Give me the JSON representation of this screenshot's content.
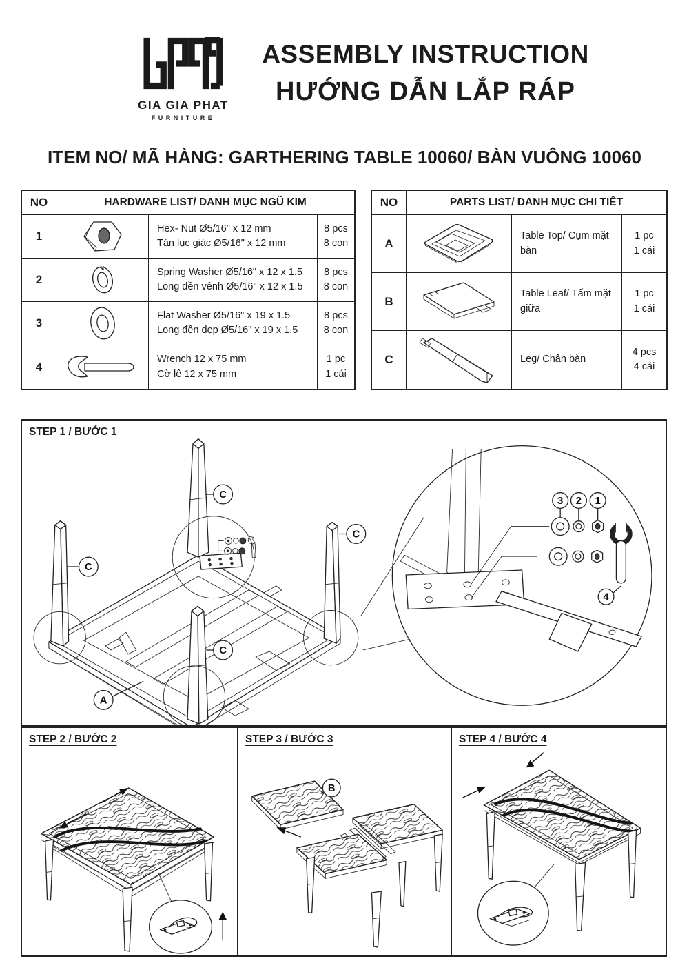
{
  "colors": {
    "ink": "#1c1c1c",
    "paper": "#ffffff",
    "line": "#222222"
  },
  "header": {
    "logo_name": "GIA GIA PHAT",
    "logo_sub": "FURNITURE",
    "title_en": "ASSEMBLY INSTRUCTION",
    "title_vi": "HƯỚNG DẪN LẮP RÁP",
    "item_line": "ITEM NO/ MÃ HÀNG: GARTHERING TABLE 10060/ BÀN VUÔNG 10060"
  },
  "hardware": {
    "col_no": "NO",
    "title": "HARDWARE LIST/ DANH MỤC NGŨ KIM",
    "rows": [
      {
        "no": "1",
        "icon": "hex-nut-icon",
        "line1": "Hex- Nut Ø5/16\" x 12 mm",
        "line2": "Tán lục giác Ø5/16\" x 12 mm",
        "qty1": "8 pcs",
        "qty2": "8 con"
      },
      {
        "no": "2",
        "icon": "spring-washer-icon",
        "line1": "Spring Washer Ø5/16\" x 12 x 1.5",
        "line2": "Long đền vênh Ø5/16\" x 12 x 1.5",
        "qty1": "8 pcs",
        "qty2": "8 con"
      },
      {
        "no": "3",
        "icon": "flat-washer-icon",
        "line1": "Flat Washer Ø5/16\" x 19 x 1.5",
        "line2": "Long đền dẹp Ø5/16\" x 19 x 1.5",
        "qty1": "8 pcs",
        "qty2": "8 con"
      },
      {
        "no": "4",
        "icon": "wrench-icon",
        "line1": "Wrench 12 x 75 mm",
        "line2": "Cờ lê 12 x 75 mm",
        "qty1": "1 pc",
        "qty2": "1 cái"
      }
    ]
  },
  "parts": {
    "col_no": "NO",
    "title": "PARTS LIST/ DANH MỤC CHI TIẾT",
    "rows": [
      {
        "no": "A",
        "icon": "table-top-icon",
        "line1": "Table Top/ Cụm mặt bàn",
        "qty1": "1 pc",
        "qty2": "1 cái"
      },
      {
        "no": "B",
        "icon": "table-leaf-icon",
        "line1": "Table Leaf/ Tấm mặt giữa",
        "qty1": "1 pc",
        "qty2": "1 cái"
      },
      {
        "no": "C",
        "icon": "leg-icon",
        "line1": "Leg/ Chân bàn",
        "qty1": "4 pcs",
        "qty2": "4 cái"
      }
    ]
  },
  "steps": {
    "s1": {
      "title": "STEP 1 / BƯỚC 1",
      "leg_label": "C",
      "top_label": "A",
      "flat_washer_label": "3",
      "spring_washer_label": "2",
      "nut_label": "1",
      "wrench_label": "4"
    },
    "s2": {
      "title": "STEP 2 / BƯỚC 2"
    },
    "s3": {
      "title": "STEP 3 / BƯỚC 3",
      "leaf_label": "B"
    },
    "s4": {
      "title": "STEP 4 / BƯỚC 4"
    }
  }
}
